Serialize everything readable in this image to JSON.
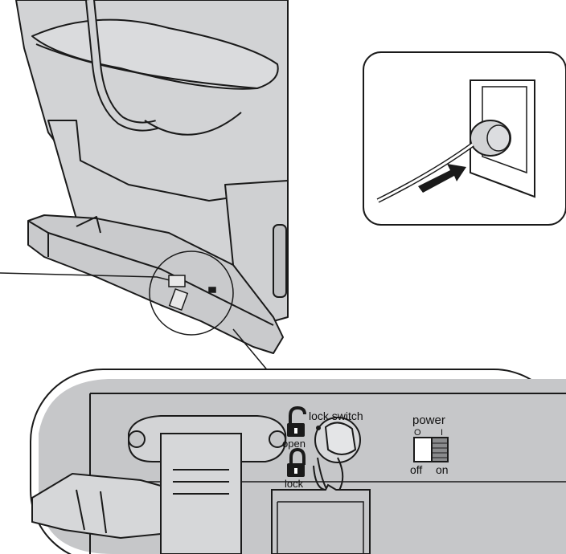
{
  "labels": {
    "lock_switch": "lock switch",
    "open": "open",
    "lock": "lock",
    "power": "power",
    "power_off_symbol": "O",
    "power_on_symbol": "I",
    "off": "off",
    "on": "on"
  },
  "colors": {
    "chair_gray": "#d2d3d5",
    "panel_gray": "#c6c7c9",
    "line": "#1a1a1a",
    "background": "#ffffff"
  },
  "icons": {
    "open_lock": "unlocked-padlock-icon",
    "closed_lock": "locked-padlock-icon",
    "insert_arrow": "arrow-icon"
  }
}
